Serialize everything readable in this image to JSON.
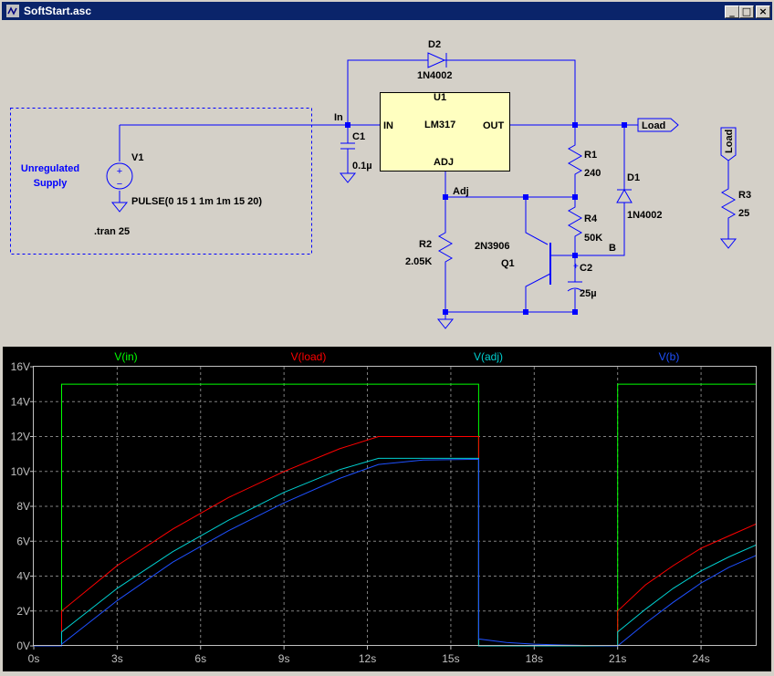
{
  "window": {
    "title": "SoftStart.asc",
    "minimize_icon": "minimize-icon",
    "maximize_icon": "maximize-icon",
    "close_icon": "close-icon"
  },
  "schematic": {
    "box_label_line1": "Unregulated",
    "box_label_line2": "Supply",
    "v1_name": "V1",
    "v1_value": "PULSE(0 15 1 1m 1m 15 20)",
    "tran": ".tran 25",
    "net_in": "In",
    "net_adj": "Adj",
    "net_b": "B",
    "c1_name": "C1",
    "c1_value": "0.1µ",
    "d2_name": "D2",
    "d2_value": "1N4002",
    "u1_name": "U1",
    "u1_part": "LM317",
    "u1_in": "IN",
    "u1_out": "OUT",
    "u1_adj": "ADJ",
    "load_port": "Load",
    "r1_name": "R1",
    "r1_value": "240",
    "d1_name": "D1",
    "d1_value": "1N4002",
    "r4_name": "R4",
    "r4_value": "50K",
    "r2_name": "R2",
    "r2_value": "2.05K",
    "q1_part": "2N3906",
    "q1_name": "Q1",
    "c2_name": "C2",
    "c2_value": "25µ",
    "r3_name": "R3",
    "r3_value": "25",
    "r3_port": "Load"
  },
  "chart_data": {
    "type": "line",
    "xlim": [
      0,
      26
    ],
    "ylim": [
      0,
      16
    ],
    "xticks": [
      "0s",
      "3s",
      "6s",
      "9s",
      "12s",
      "15s",
      "18s",
      "21s",
      "24s"
    ],
    "yticks": [
      "0V",
      "2V",
      "4V",
      "6V",
      "8V",
      "10V",
      "12V",
      "14V",
      "16V"
    ],
    "grid": true,
    "legend": "top",
    "series": [
      {
        "name": "V(in)",
        "color": "#00ff00",
        "x": [
          0,
          1,
          1,
          16,
          16,
          21,
          21,
          26
        ],
        "y": [
          0,
          0,
          15,
          15,
          0,
          0,
          15,
          15
        ]
      },
      {
        "name": "V(load)",
        "color": "#ff0000",
        "x": [
          0,
          1,
          1,
          3,
          5,
          7,
          9,
          11,
          12.4,
          16,
          16,
          21,
          21,
          22,
          23,
          24,
          25,
          26
        ],
        "y": [
          0,
          0,
          2,
          4.6,
          6.7,
          8.5,
          10,
          11.3,
          12,
          12,
          0,
          0,
          2,
          3.5,
          4.6,
          5.6,
          6.3,
          7
        ]
      },
      {
        "name": "V(adj)",
        "color": "#00d0d0",
        "x": [
          0,
          1,
          1,
          3,
          5,
          7,
          9,
          11,
          12.4,
          16,
          16,
          21,
          21,
          22,
          23,
          24,
          25,
          26
        ],
        "y": [
          0,
          0,
          0.8,
          3.3,
          5.4,
          7.2,
          8.8,
          10.1,
          10.75,
          10.75,
          0,
          0,
          0.8,
          2.1,
          3.3,
          4.3,
          5.1,
          5.8
        ]
      },
      {
        "name": "V(b)",
        "color": "#1e50ff",
        "x": [
          0,
          1,
          1,
          3,
          5,
          7,
          9,
          11,
          12.4,
          14,
          16,
          16,
          17,
          18,
          19,
          20,
          21,
          21,
          22,
          23,
          24,
          25,
          26
        ],
        "y": [
          0,
          0,
          0.1,
          2.6,
          4.8,
          6.6,
          8.2,
          9.6,
          10.4,
          10.65,
          10.7,
          0.4,
          0.2,
          0.1,
          0.05,
          0.02,
          0,
          0,
          1.3,
          2.5,
          3.6,
          4.5,
          5.2
        ]
      }
    ]
  }
}
